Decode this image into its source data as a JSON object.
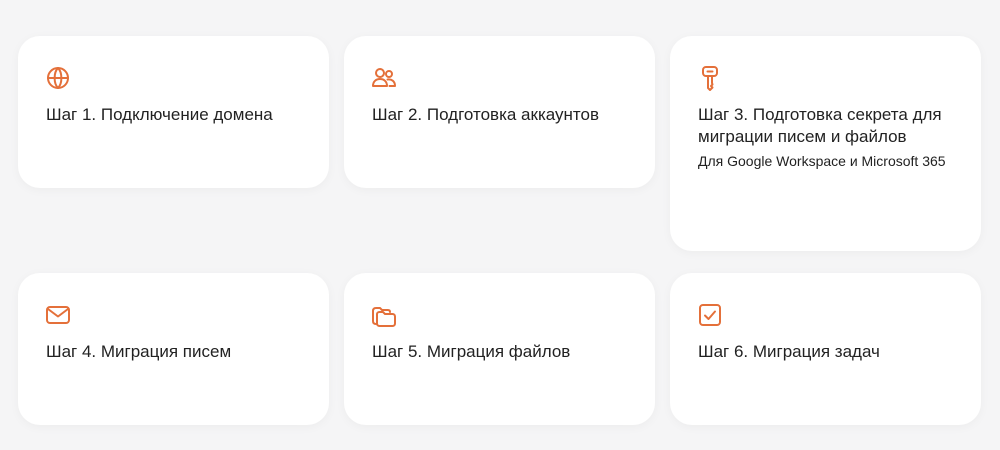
{
  "accent_color": "#e4703a",
  "steps": [
    {
      "icon": "globe-icon",
      "title": "Шаг 1. Подключение домена"
    },
    {
      "icon": "users-icon",
      "title": "Шаг 2. Подготовка аккаунтов"
    },
    {
      "icon": "key-icon",
      "title": "Шаг 3. Подготовка секрета для миграции писем и файлов",
      "subtitle": "Для Google Workspace и Microsoft 365"
    },
    {
      "icon": "envelope-icon",
      "title": "Шаг 4. Миграция писем"
    },
    {
      "icon": "folders-icon",
      "title": "Шаг 5. Миграция файлов"
    },
    {
      "icon": "checkbox-icon",
      "title": "Шаг 6. Миграция задач"
    }
  ]
}
